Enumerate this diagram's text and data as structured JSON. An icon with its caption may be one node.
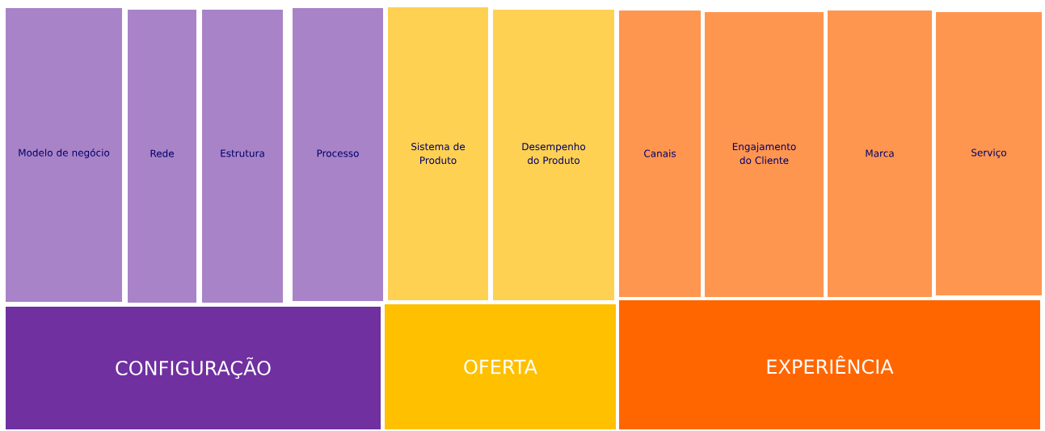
{
  "diagram": {
    "nodes": [
      {
        "text": [
          "Modelo de negócio"
        ]
      },
      {
        "text": [
          "Rede"
        ]
      },
      {
        "text": [
          "Estrutura"
        ]
      },
      {
        "text": [
          "Processo"
        ]
      },
      {
        "text": [
          "Sistema de Produto"
        ]
      },
      {
        "text": [
          "Desempenho do Produto"
        ]
      },
      {
        "text": [
          "Canais"
        ]
      },
      {
        "text": [
          "Engajamento do Cliente"
        ]
      },
      {
        "text": [
          "Marca"
        ]
      },
      {
        "text": [
          "Serviço"
        ]
      },
      {
        "text": [
          "CONFIGURAÇÃO"
        ]
      },
      {
        "text": [
          "OFERTA"
        ]
      },
      {
        "text": [
          "EXPERIÊNCIA"
        ]
      }
    ]
  }
}
